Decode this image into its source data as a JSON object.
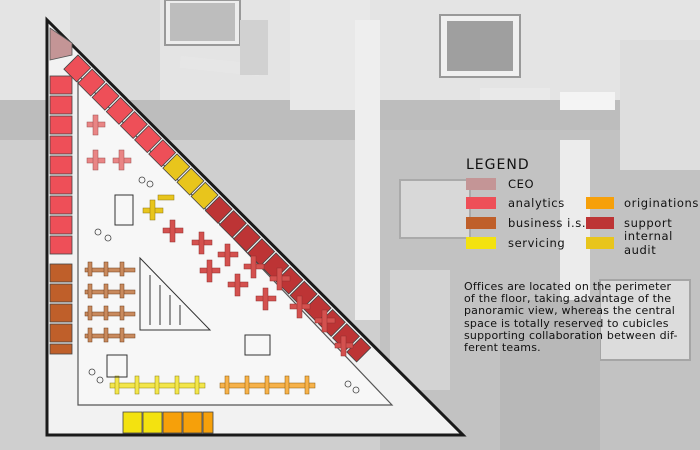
{
  "legend": {
    "title": "LEGEND",
    "items": [
      {
        "label": "CEO",
        "color": "#c49596"
      },
      {
        "label": "analytics",
        "color": "#ee4f58"
      },
      {
        "label": "business i.s.",
        "color": "#bf5f2a"
      },
      {
        "label": "servicing",
        "color": "#f3e210"
      },
      {
        "label": "originations",
        "color": "#f6a00a"
      },
      {
        "label": "support",
        "color": "#bd3435"
      },
      {
        "label": "internal audit",
        "color": "#e8c51c"
      }
    ]
  },
  "description": {
    "lines": [
      "Offices are located on the perimeter",
      "of the floor, taking advantage of the",
      "panoramic view, whereas the central",
      "space is totally reserved to cubicles",
      "supporting collaboration between dif-",
      "ferent teams."
    ]
  }
}
